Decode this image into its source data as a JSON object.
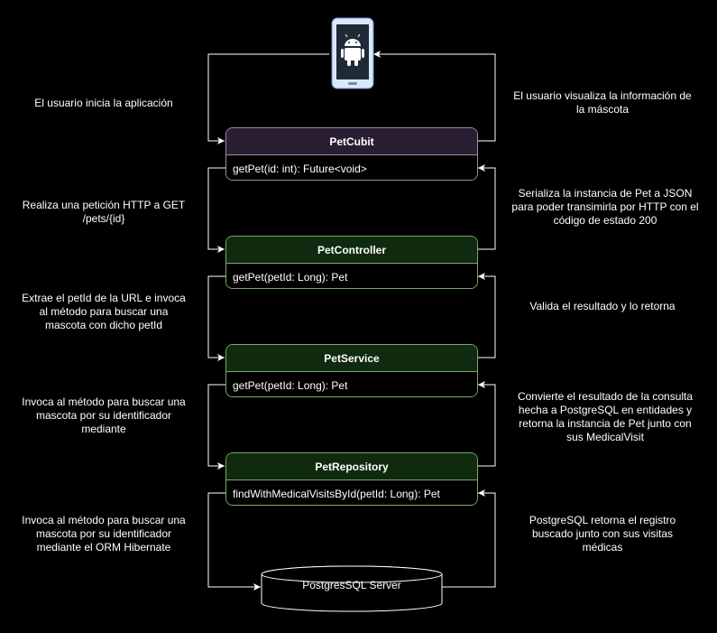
{
  "phone_icon": "android-phone-icon",
  "colors": {
    "background": "#000000",
    "wire": "#ffffff",
    "cubit_fill": "#2a1e33",
    "cubit_border": "#9c8aa6",
    "controller_fill": "#102a10",
    "controller_border": "#7aa86a",
    "phone_blue": "#dae8fc"
  },
  "notes": {
    "left_1": "El usuario inicia la aplicación",
    "right_1": "El usuario visualiza la información de la máscota",
    "left_2": "Realiza una petición HTTP a GET /pets/{id}",
    "right_2": "Serializa la instancia de Pet a JSON para poder transimirla por HTTP con el código de estado 200",
    "left_3": "Extrae el petId de la URL e invoca al método para buscar una mascota con dicho petId",
    "right_3": "Valida el resultado y lo retorna",
    "left_4": "Invoca al método para buscar una mascota por su identificador mediante",
    "right_4": "Convierte el resultado de la consulta hecha a PostgreSQL en entidades y retorna la instancia de Pet junto con sus MedicalVisit",
    "left_5": "Invoca al método para buscar una mascota por su identificador mediante el ORM Hibernate",
    "right_5": "PostgreSQL retorna el registro buscado junto con sus visitas médicas"
  },
  "classes": {
    "cubit": {
      "name": "PetCubit",
      "method": "getPet(id: int): Future<void>"
    },
    "controller": {
      "name": "PetController",
      "method": "getPet(petId: Long): Pet"
    },
    "service": {
      "name": "PetService",
      "method": "getPet(petId: Long): Pet"
    },
    "repository": {
      "name": "PetRepository",
      "method": "findWithMedicalVisitsById(petId: Long): Pet"
    }
  },
  "database": {
    "label": "PostgresSQL Server"
  }
}
